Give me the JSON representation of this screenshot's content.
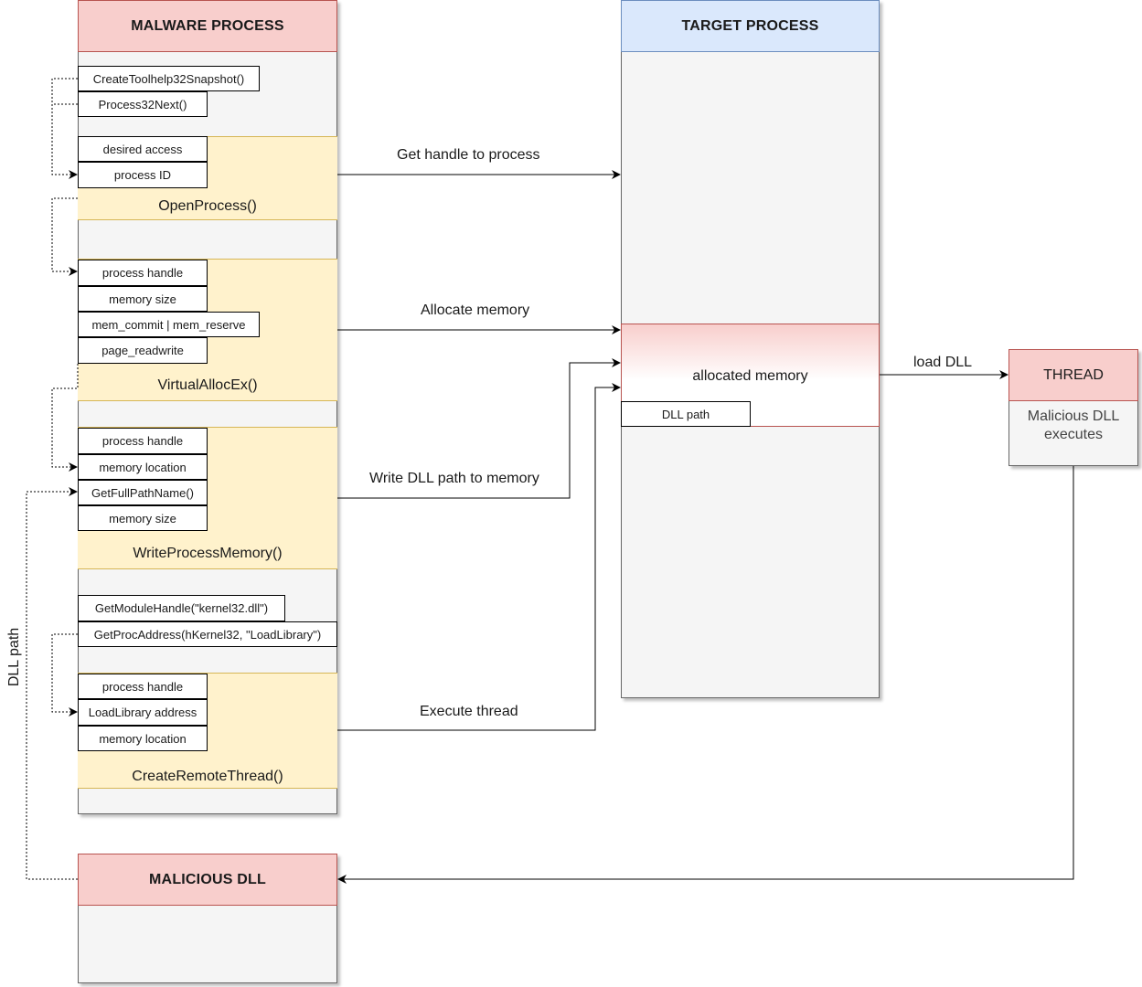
{
  "malware_process": {
    "title": "MALWARE PROCESS",
    "snapshot_calls": [
      "CreateToolhelp32Snapshot()",
      "Process32Next()"
    ],
    "open_process": {
      "params": [
        "desired access",
        "process ID"
      ],
      "label": "OpenProcess()"
    },
    "virtual_alloc": {
      "params": [
        "process handle",
        "memory size",
        "mem_commit | mem_reserve",
        "page_readwrite"
      ],
      "label": "VirtualAllocEx()"
    },
    "write_memory": {
      "params": [
        "process handle",
        "memory location",
        "GetFullPathName()",
        "memory size"
      ],
      "label": "WriteProcessMemory()"
    },
    "module_calls": [
      "GetModuleHandle(\"kernel32.dll\")",
      "GetProcAddress(hKernel32, \"LoadLibrary\")"
    ],
    "remote_thread": {
      "params": [
        "process handle",
        "LoadLibrary address",
        "memory location"
      ],
      "label": "CreateRemoteThread()"
    }
  },
  "target_process": {
    "title": "TARGET PROCESS",
    "allocated_memory": "allocated memory",
    "dll_path_box": "DLL path"
  },
  "thread": {
    "title": "THREAD",
    "body": "Malicious DLL executes"
  },
  "malicious_dll": {
    "title": "MALICIOUS DLL"
  },
  "edges": {
    "get_handle": "Get handle to process",
    "allocate": "Allocate memory",
    "write_path": "Write DLL path to memory",
    "execute": "Execute thread",
    "load_dll": "load DLL",
    "dll_path": "DLL path"
  }
}
